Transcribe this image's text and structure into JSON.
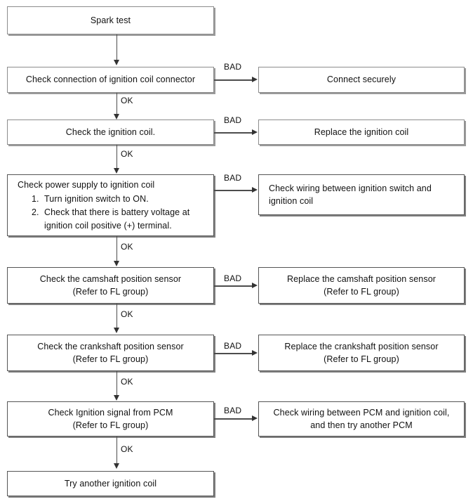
{
  "diagram": {
    "title": "Ignition coil spark test troubleshooting flowchart",
    "labels": {
      "ok": "OK",
      "bad": "BAD"
    },
    "colors": {
      "box_border": "#8c8c8c",
      "box_border_dark": "#555555",
      "shadow": "#9a9a9a",
      "connector": "#4d4d4d",
      "background": "#ffffff",
      "text": "#111111"
    },
    "nodes": {
      "start": "Spark test",
      "step1": "Check connection of ignition coil connector",
      "step1_bad": "Connect securely",
      "step2": "Check the ignition coil.",
      "step2_bad": "Replace the ignition coil",
      "step3_title": "Check power supply to ignition coil",
      "step3_items": [
        {
          "num": "1.",
          "text": "Turn ignition switch to ON."
        },
        {
          "num": "2.",
          "text": "Check that there is battery voltage at"
        },
        {
          "num": "",
          "text": "ignition coil positive (+) terminal."
        }
      ],
      "step3_bad_line1": "Check wiring between ignition switch and",
      "step3_bad_line2": "ignition coil",
      "step4_line1": "Check the camshaft position sensor",
      "step4_line2": "(Refer to FL group)",
      "step4_bad_line1": "Replace the camshaft position sensor",
      "step4_bad_line2": "(Refer to FL group)",
      "step5_line1": "Check the crankshaft position sensor",
      "step5_line2": "(Refer to FL group)",
      "step5_bad_line1": "Replace the crankshaft position sensor",
      "step5_bad_line2": "(Refer to FL group)",
      "step6_line1": "Check Ignition signal from PCM",
      "step6_line2": "(Refer to FL group)",
      "step6_bad_line1": "Check wiring between PCM and ignition coil,",
      "step6_bad_line2": "and then try another PCM",
      "end": "Try another ignition coil"
    },
    "edges": {
      "start_to_step1": "",
      "step1_ok": "OK",
      "step1_bad": "BAD",
      "step2_ok": "OK",
      "step2_bad": "BAD",
      "step3_ok": "OK",
      "step3_bad": "BAD",
      "step4_ok": "OK",
      "step4_bad": "BAD",
      "step5_ok": "OK",
      "step5_bad": "BAD",
      "step6_ok": "OK",
      "step6_bad": "BAD"
    }
  }
}
